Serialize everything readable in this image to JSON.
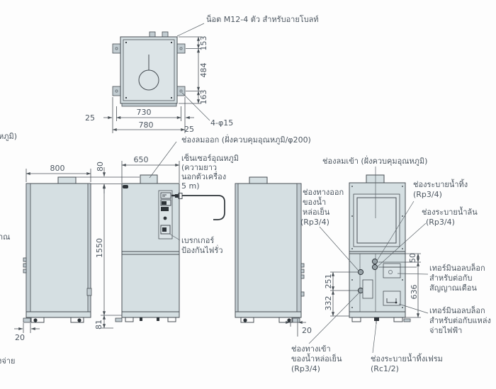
{
  "drawing": {
    "colors": {
      "body_fill": "#d5dfe2",
      "line": "#464d53",
      "text": "#4c5660"
    },
    "top_view": {
      "bolt_note": "น็อต M12-4 ตัว สำหรับอายโบลท์",
      "holes_note": "4-φ15",
      "dim_depth_top": "153",
      "dim_depth_mid": "484",
      "dim_depth_bottom": "163",
      "dim_width_inner": "730",
      "dim_width_outer": "780",
      "dim_margin_left": "25",
      "dim_margin_right": "25"
    },
    "left_side_view": {
      "dim_width": "800",
      "dim_foot_offset": "20"
    },
    "front_view": {
      "dim_width": "650",
      "dim_duct_height": "80",
      "dim_body_height": "1550",
      "dim_base_height": "81",
      "air_outlet_label": "ช่องลมออก (ฝั่งควบคุมอุณหภูมิ/φ200)",
      "sensor_lines": [
        "เซ็นเซอร์อุณหภูมิ",
        "(ความยาว",
        "นอกตัวเครื่อง",
        "5 m)"
      ],
      "breaker_lines": [
        "เบรกเกอร์",
        "ป้องกันไฟรั่ว"
      ]
    },
    "right_side_view": {
      "dim_foot_offset": "20"
    },
    "rear_view": {
      "air_inlet_label": "ช่องลมเข้า (ฝั่งควบคุมอุณหภูมิ)",
      "water_outlet_lines": [
        "ช่องทางออก",
        "ของน้ำ",
        "หล่อเย็น",
        "(Rp3/4)"
      ],
      "drain_lines": [
        "ช่องระบายน้ำทิ้ง",
        "(Rp3/4)"
      ],
      "overflow_lines": [
        "ช่องระบายน้ำล้น",
        "(Rp3/4)"
      ],
      "alarm_terminal_lines": [
        "เทอร์มินอลบล็อก",
        "สำหรับต่อกับ",
        "สัญญาณเตือน"
      ],
      "power_terminal_lines": [
        "เทอร์มินอลบล็อก",
        "สำหรับต่อกับแหล่ง",
        "จ่ายไฟฟ้า"
      ],
      "water_inlet_lines": [
        "ช่องทางเข้า",
        "ของน้ำหล่อเย็น",
        "(Rp3/4)"
      ],
      "frame_drain_lines": [
        "ช่องระบายน้ำทิ้งเฟรม",
        "(Rc1/2)"
      ],
      "dim_top_to_port": "50",
      "dim_port_to_floor": "636",
      "dim_outlet_to_inlet": "251",
      "dim_inlet_to_floor": "332"
    },
    "clipped_text": [
      "หภูมิ)",
      "าณ",
      "งจ่าย"
    ]
  }
}
